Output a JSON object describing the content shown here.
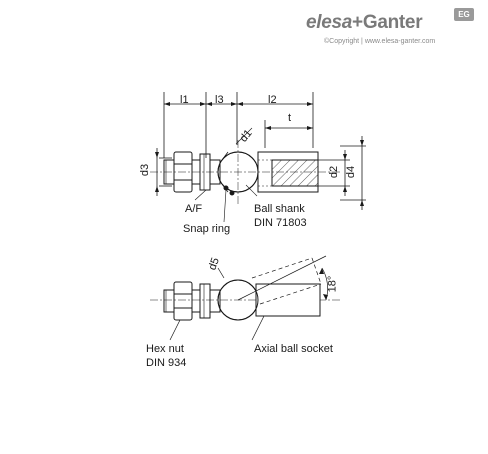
{
  "brand": {
    "name_part1": "elesa",
    "plus": "+",
    "name_part2": "Ganter",
    "badge": "EG",
    "copyright": "©Copyright | www.elesa-ganter.com"
  },
  "dimensions": {
    "l1": "l1",
    "l3": "l3",
    "l2": "l2",
    "t": "t",
    "d1": "d1",
    "d2": "d2",
    "d3": "d3",
    "d4": "d4",
    "d5": "d5",
    "angle": "18°"
  },
  "labels": {
    "af": "A/F",
    "snap_ring": "Snap ring",
    "ball_shank_1": "Ball shank",
    "ball_shank_2": "DIN 71803",
    "hex_nut_1": "Hex nut",
    "hex_nut_2": "DIN 934",
    "axial_socket": "Axial ball socket"
  }
}
